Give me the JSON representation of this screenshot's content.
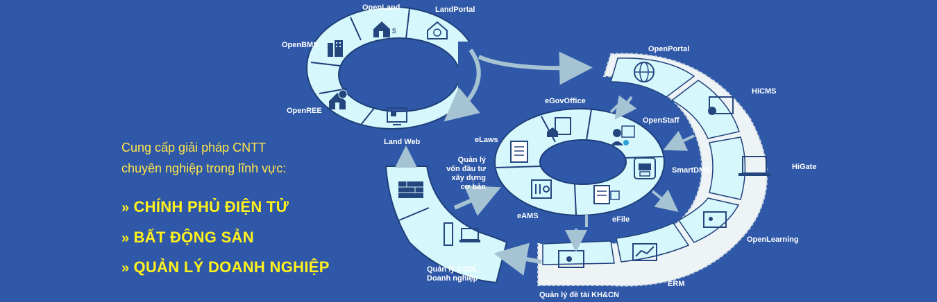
{
  "intro": {
    "line1": "Cung cấp giải pháp CNTT",
    "line2": "chuyên nghiệp trong lĩnh vực:"
  },
  "bullets": [
    {
      "mark": "»",
      "text": "CHÍNH PHỦ ĐIỆN TỬ"
    },
    {
      "mark": "»",
      "text": "BẤT ĐỘNG SẢN"
    },
    {
      "mark": "»",
      "text": "QUẢN LÝ DOANH NGHIỆP"
    }
  ],
  "land_ring": {
    "labels": {
      "openland": "OpenLand",
      "landportal": "LandPortal",
      "openbms": "OpenBMS",
      "openree": "OpenREE",
      "landweb": "Land Web"
    }
  },
  "center_ring": {
    "labels": {
      "egovoffice": "eGovOffice",
      "openstaff": "OpenStaff",
      "elaws": "eLaws",
      "smartdms": "SmartDMS",
      "eams": "eAMS",
      "efile": "eFile"
    }
  },
  "outer_arc": {
    "labels": {
      "openportal": "OpenPortal",
      "hicms": "HiCMS",
      "higate": "HiGate",
      "openlearning": "OpenLearning",
      "erm": "ERM",
      "quanly_detai": "Quản lý đề tài KH&CN"
    }
  },
  "left_arc": {
    "labels": {
      "von_line1": "Quản lý",
      "von_line2": "vốn đầu tư",
      "von_line3": "xây dựng",
      "von_line4": "cơ bản",
      "csdl_line1": "Quản lý CSDL",
      "csdl_line2": "Doanh nghiệp"
    }
  },
  "colors": {
    "background": "#2f58a8",
    "segment_fill": "#d6f7fb",
    "segment_stroke": "#1e3f7a",
    "outer_fill": "#eef3f6",
    "arrow": "#8fb3c7",
    "headline": "#fff21c"
  }
}
